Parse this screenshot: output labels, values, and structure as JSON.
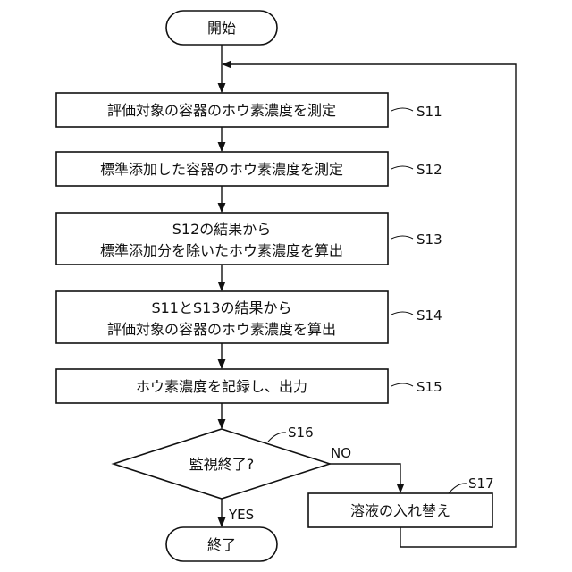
{
  "flowchart": {
    "start": "開始",
    "end": "終了",
    "steps": {
      "s11": {
        "text": "評価対象の容器のホウ素濃度を測定",
        "label": "S11"
      },
      "s12": {
        "text": "標準添加した容器のホウ素濃度を測定",
        "label": "S12"
      },
      "s13": {
        "line1": "S12の結果から",
        "line2": "標準添加分を除いたホウ素濃度を算出",
        "label": "S13"
      },
      "s14": {
        "line1": "S11とS13の結果から",
        "line2": "評価対象の容器のホウ素濃度を算出",
        "label": "S14"
      },
      "s15": {
        "text": "ホウ素濃度を記録し、出力",
        "label": "S15"
      },
      "s16": {
        "text": "監視終了?",
        "label": "S16",
        "yes": "YES",
        "no": "NO"
      },
      "s17": {
        "text": "溶液の入れ替え",
        "label": "S17"
      }
    }
  }
}
